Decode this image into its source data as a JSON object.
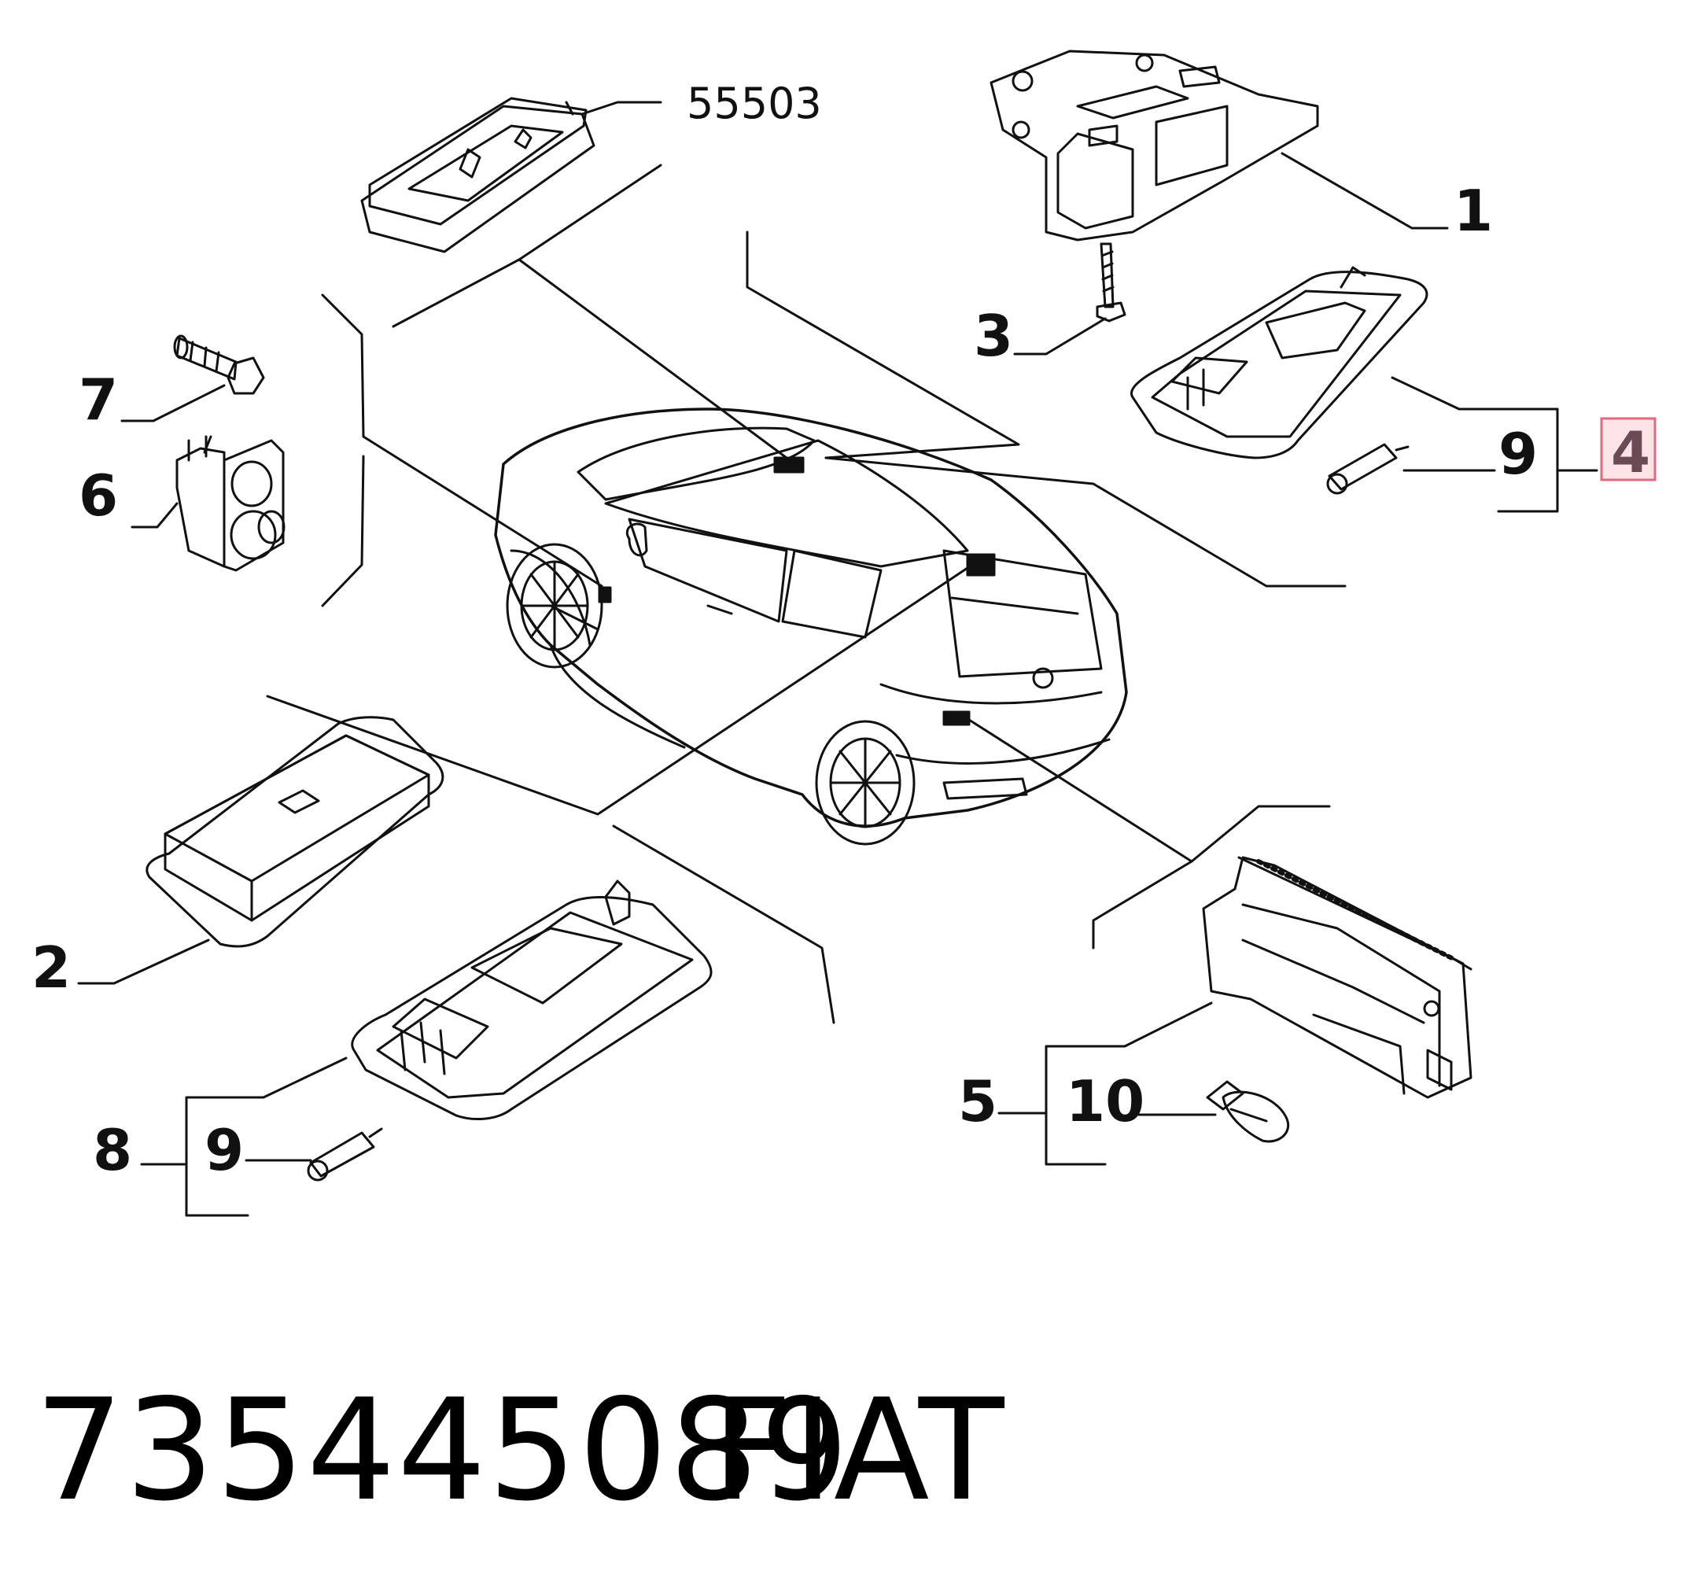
{
  "callouts": {
    "c1": "1",
    "c2": "2",
    "c3": "3",
    "c4": "4",
    "c5": "5",
    "c6": "6",
    "c7": "7",
    "c8": "8",
    "c9a": "9",
    "c9b": "9",
    "c10": "10",
    "ref": "55503"
  },
  "footer": {
    "part_number": "735445089",
    "brand": "FIAT"
  },
  "colors": {
    "highlight_border": "#e06a7e",
    "highlight_fill": "#fbe3e8",
    "line": "#111111"
  }
}
